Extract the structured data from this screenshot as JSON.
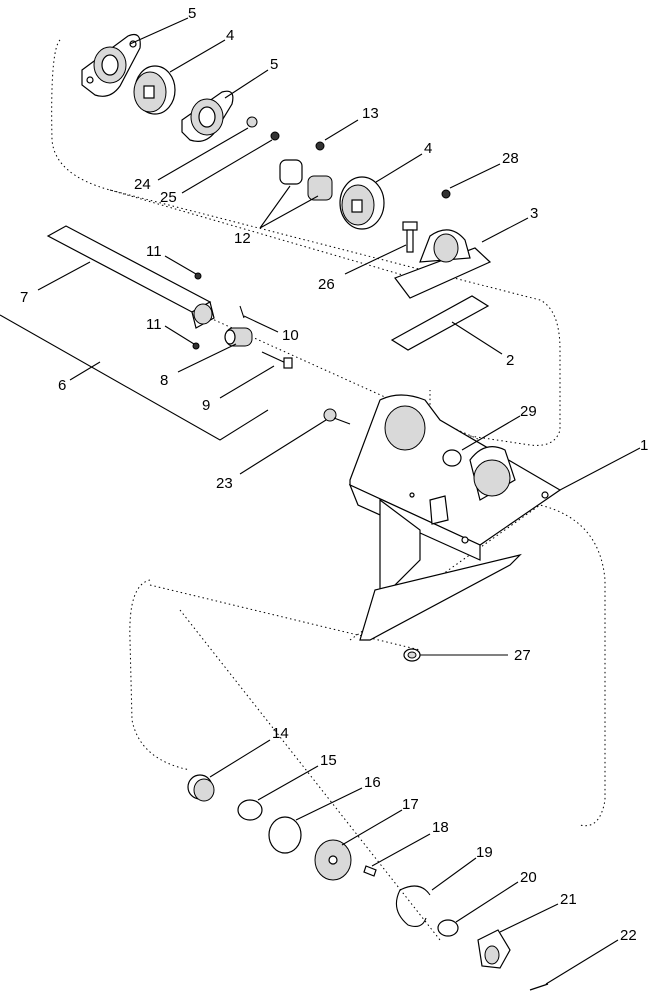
{
  "callouts": {
    "c1": "1",
    "c2": "2",
    "c3": "3",
    "c4a": "4",
    "c4b": "4",
    "c5a": "5",
    "c5b": "5",
    "c6": "6",
    "c7": "7",
    "c8": "8",
    "c9": "9",
    "c10": "10",
    "c11a": "11",
    "c11b": "11",
    "c12": "12",
    "c13": "13",
    "c14": "14",
    "c15": "15",
    "c16": "16",
    "c17": "17",
    "c18": "18",
    "c19": "19",
    "c20": "20",
    "c21": "21",
    "c22": "22",
    "c23": "23",
    "c24": "24",
    "c25": "25",
    "c26": "26",
    "c27": "27",
    "c28": "28",
    "c29": "29"
  }
}
